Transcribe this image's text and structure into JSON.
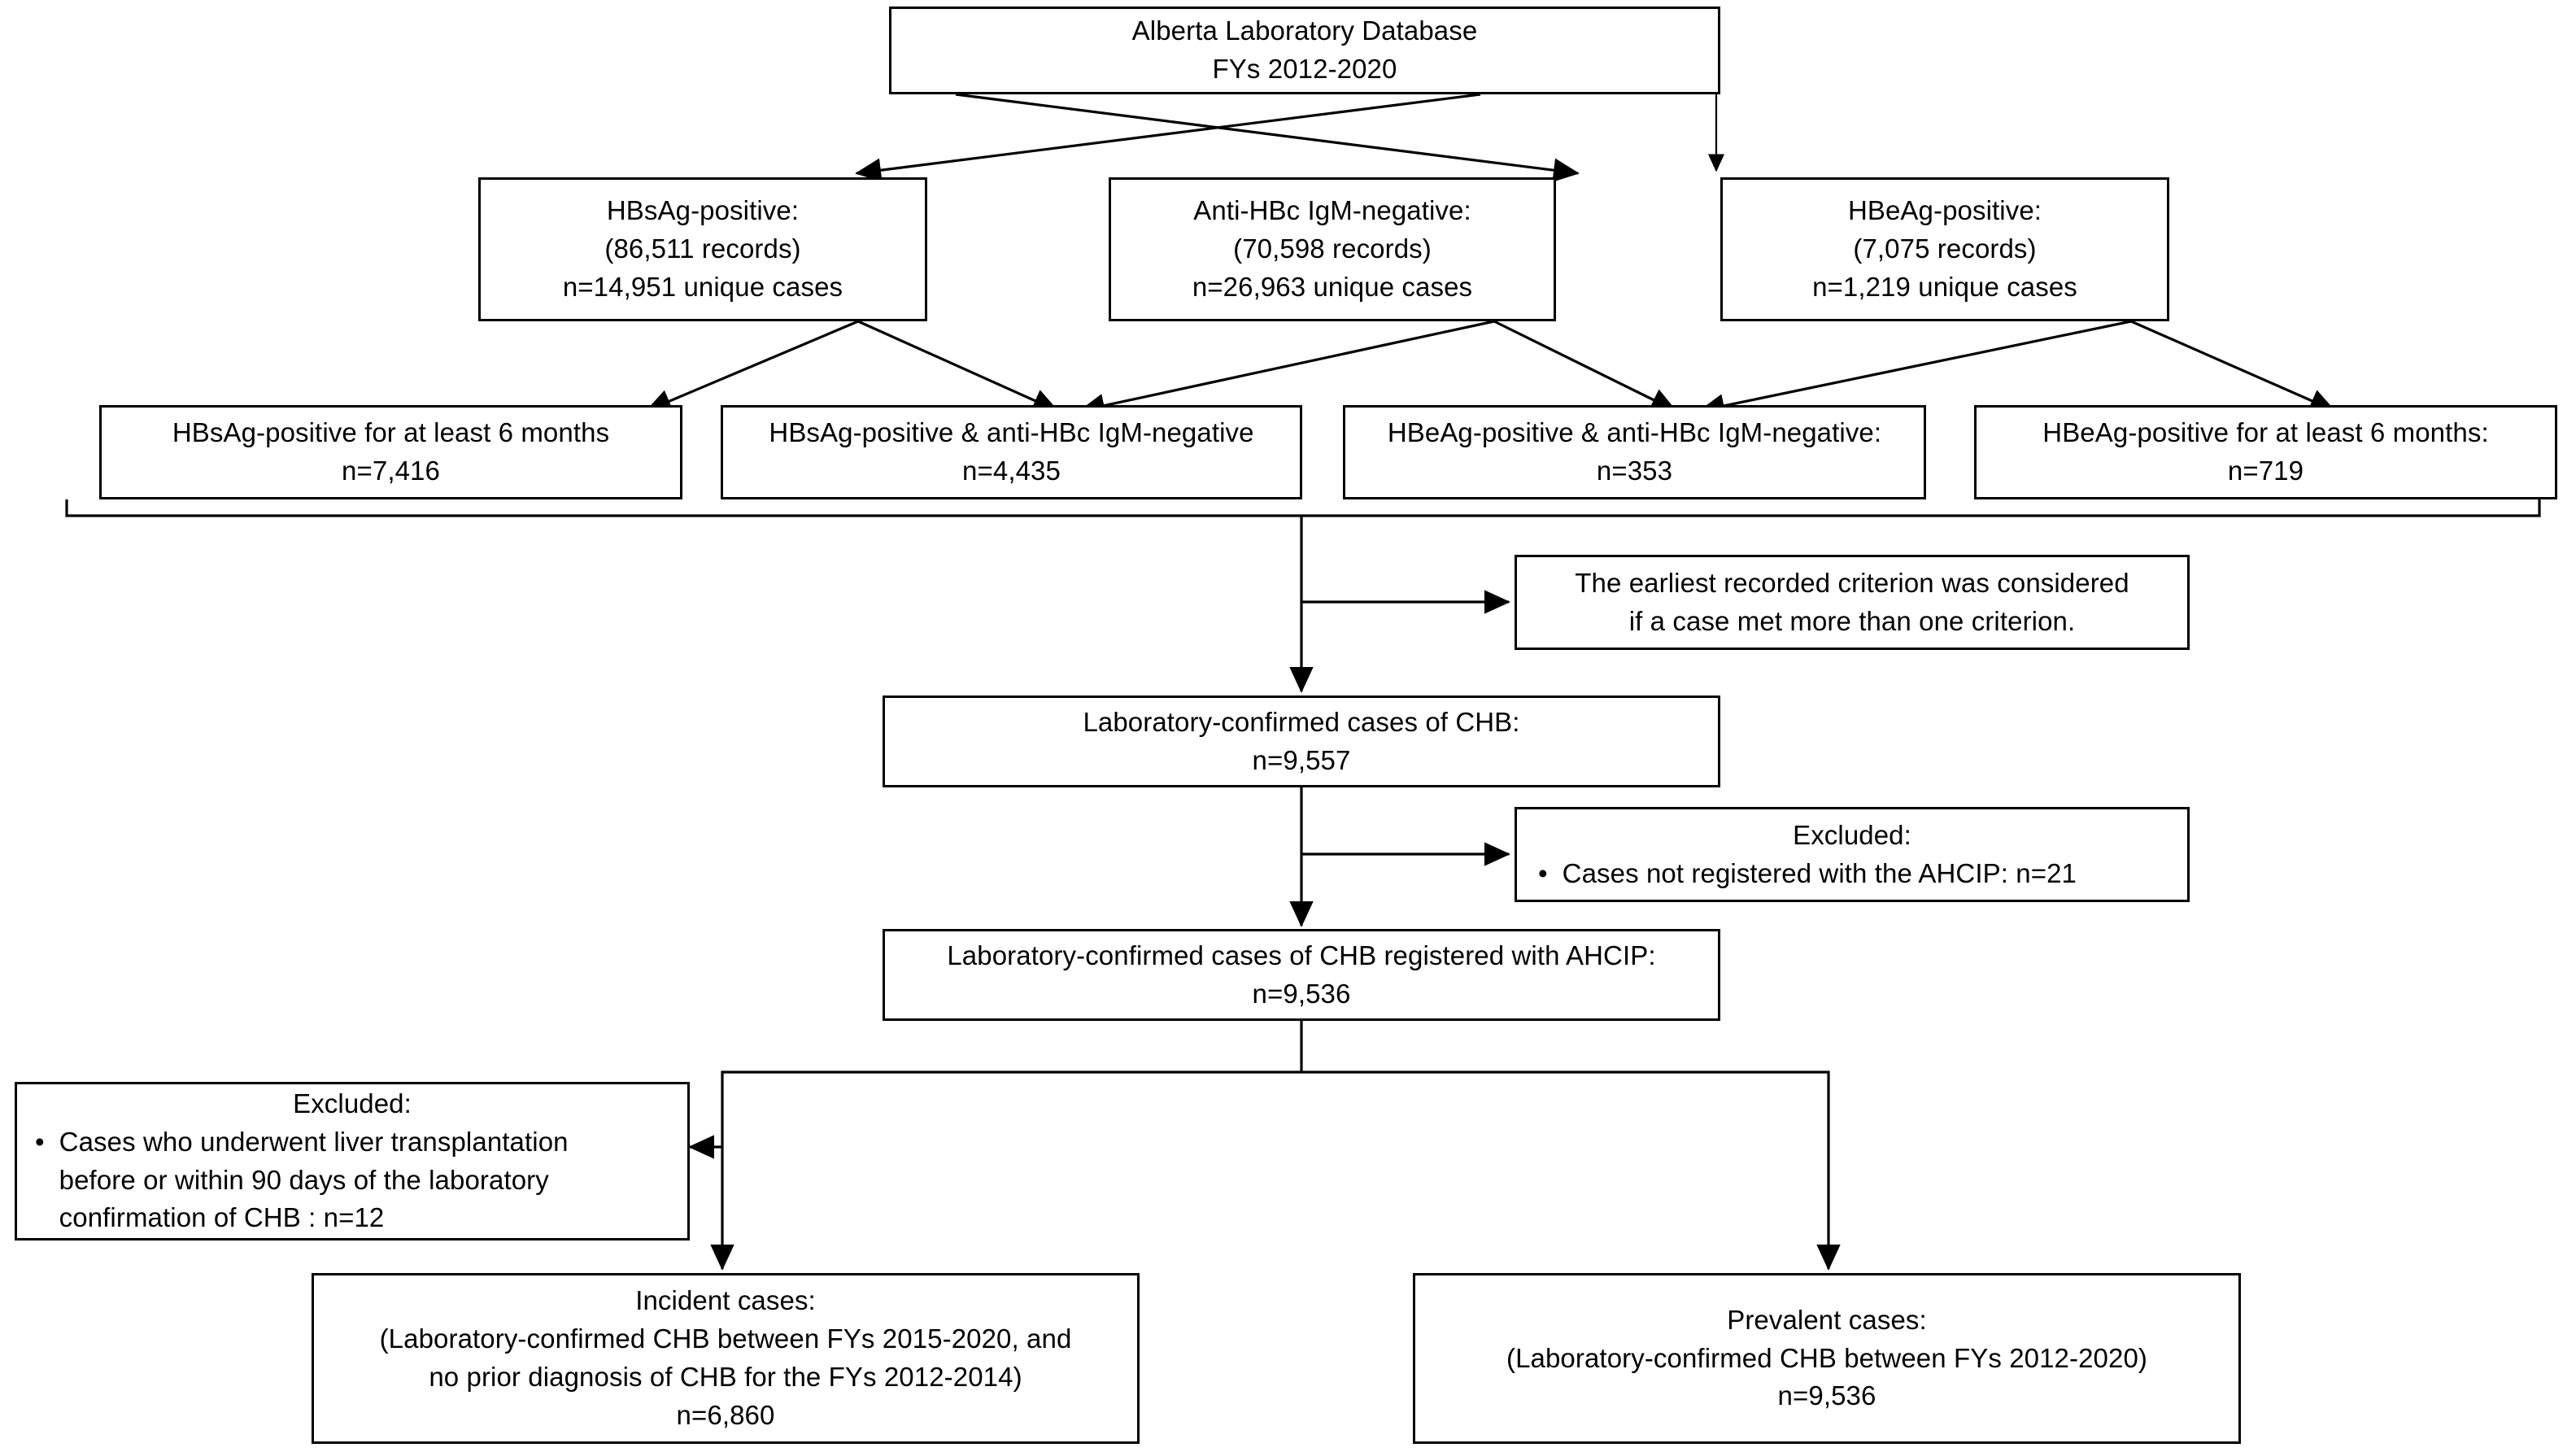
{
  "diagram": {
    "title": "CHB case ascertainment flowchart",
    "stroke_color": "#000000",
    "background_color": "#ffffff",
    "box_fill": "#ffffff"
  },
  "nodes": {
    "source": {
      "line1": "Alberta Laboratory Database",
      "line2": "FYs 2012-2020"
    },
    "hbsag_positive": {
      "line1": "HBsAg-positive:",
      "line2": "(86,511 records)",
      "line3": "n=14,951 unique cases"
    },
    "anti_hbc_igm_negative": {
      "line1": "Anti-HBc IgM-negative:",
      "line2": "(70,598 records)",
      "line3": "n=26,963 unique cases"
    },
    "hbeag_positive": {
      "line1": "HBeAg-positive:",
      "line2": "(7,075 records)",
      "line3": "n=1,219 unique cases"
    },
    "criterion_1": {
      "line1": "HBsAg-positive for at least 6 months",
      "line2": "n=7,416"
    },
    "criterion_2": {
      "line1": "HBsAg-positive & anti-HBc IgM-negative",
      "line2": "n=4,435"
    },
    "criterion_3": {
      "line1": "HBeAg-positive & anti-HBc IgM-negative:",
      "line2": "n=353"
    },
    "criterion_4": {
      "line1": "HBeAg-positive for at least 6 months:",
      "line2": "n=719"
    },
    "earliest_criterion_note": {
      "line1": "The earliest recorded criterion was considered",
      "line2": "if a case met more than one criterion."
    },
    "lab_confirmed_chb": {
      "line1": "Laboratory-confirmed cases of CHB:",
      "line2": "n=9,557"
    },
    "excluded_ahcip": {
      "line1": "Excluded:",
      "bullet1": "Cases not registered with the AHCIP: n=21",
      "bullet_glyph": "•"
    },
    "lab_confirmed_chb_ahcip": {
      "line1": "Laboratory-confirmed cases of CHB registered with AHCIP:",
      "line2": "n=9,536"
    },
    "excluded_transplant": {
      "line1": "Excluded:",
      "bullet1_l1": "Cases who underwent liver transplantation",
      "bullet1_l2": "before or within 90 days of the laboratory",
      "bullet1_l3": "confirmation of CHB : n=12",
      "bullet_glyph": "•"
    },
    "incident_cases": {
      "line1": "Incident cases:",
      "line2": "(Laboratory-confirmed CHB between FYs 2015-2020, and",
      "line3": "no prior diagnosis of CHB for the FYs 2012-2014)",
      "line4": "n=6,860"
    },
    "prevalent_cases": {
      "line1": "Prevalent cases:",
      "line2": "(Laboratory-confirmed CHB between FYs 2012-2020)",
      "line3": "n=9,536"
    }
  }
}
